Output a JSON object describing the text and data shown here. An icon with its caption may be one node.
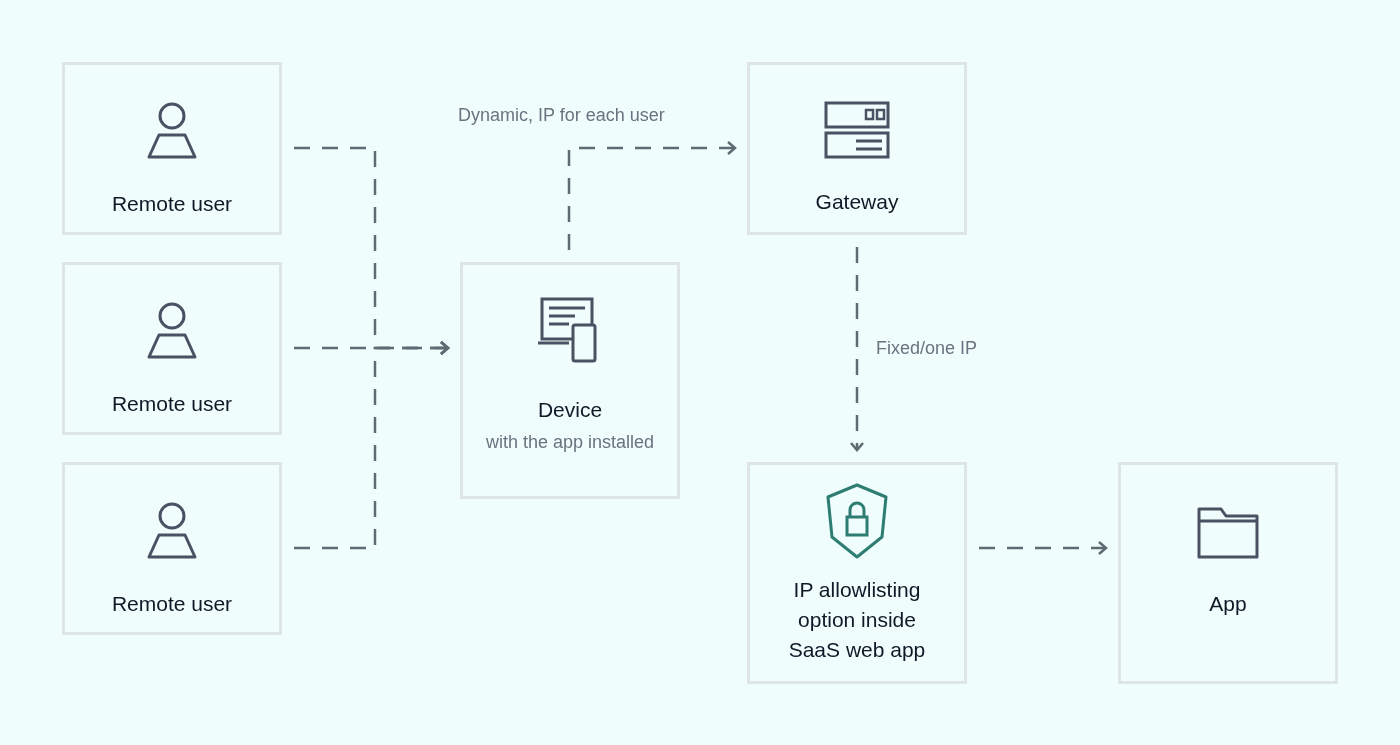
{
  "diagram": {
    "nodes": [
      {
        "text": [
          "Remote user"
        ]
      },
      {
        "text": [
          "Remote user"
        ]
      },
      {
        "text": [
          "Remote user"
        ]
      },
      {
        "text": [
          "Device",
          "with the app installed"
        ]
      },
      {
        "text": [
          "Gateway"
        ]
      },
      {
        "text": [
          "IP allowlisting option inside SaaS web app"
        ]
      },
      {
        "text": [
          "App"
        ]
      }
    ],
    "edges": [
      {
        "from": 0,
        "to": 3,
        "arrow": "to",
        "style": "dashed"
      },
      {
        "from": 1,
        "to": 3,
        "arrow": "to",
        "style": "dashed"
      },
      {
        "from": 2,
        "to": 3,
        "arrow": "to",
        "style": "dashed"
      },
      {
        "from": 3,
        "to": 4,
        "arrow": "to",
        "style": "dashed",
        "label": "Dynamic, IP for each user"
      },
      {
        "from": 4,
        "to": 5,
        "arrow": "to",
        "style": "dashed",
        "label": "Fixed/one IP"
      },
      {
        "from": 5,
        "to": 6,
        "arrow": "to",
        "style": "dashed"
      }
    ]
  }
}
